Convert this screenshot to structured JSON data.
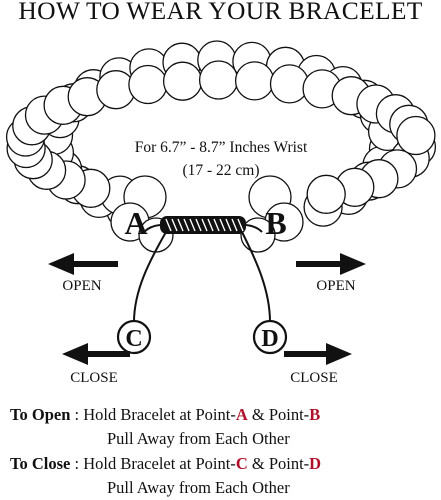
{
  "title": "HOW TO WEAR YOUR BRACELET",
  "wrist_size": {
    "line1": "For 6.7” - 8.7” Inches Wrist",
    "line2": "(17 - 22 cm)"
  },
  "points": {
    "a": "A",
    "b": "B",
    "c": "C",
    "d": "D"
  },
  "arrows": {
    "open_left": "OPEN",
    "open_right": "OPEN",
    "close_left": "CLOSE",
    "close_right": "CLOSE"
  },
  "instructions": {
    "open": {
      "label": "To Open",
      "colon": " : ",
      "text_1": "Hold Bracelet at Point-",
      "point_1": "A",
      "and": " & Point-",
      "point_2": "B",
      "line2": "Pull Away from Each Other"
    },
    "close": {
      "label": "To Close",
      "colon": " : ",
      "text_1": "Hold Bracelet at Point-",
      "point_1": "C",
      "and": " & Point-",
      "point_2": "D",
      "line2": "Pull Away from Each Other"
    }
  },
  "colors": {
    "ink": "#111111",
    "accent": "#b0102a",
    "bead_fill": "#ffffff"
  }
}
